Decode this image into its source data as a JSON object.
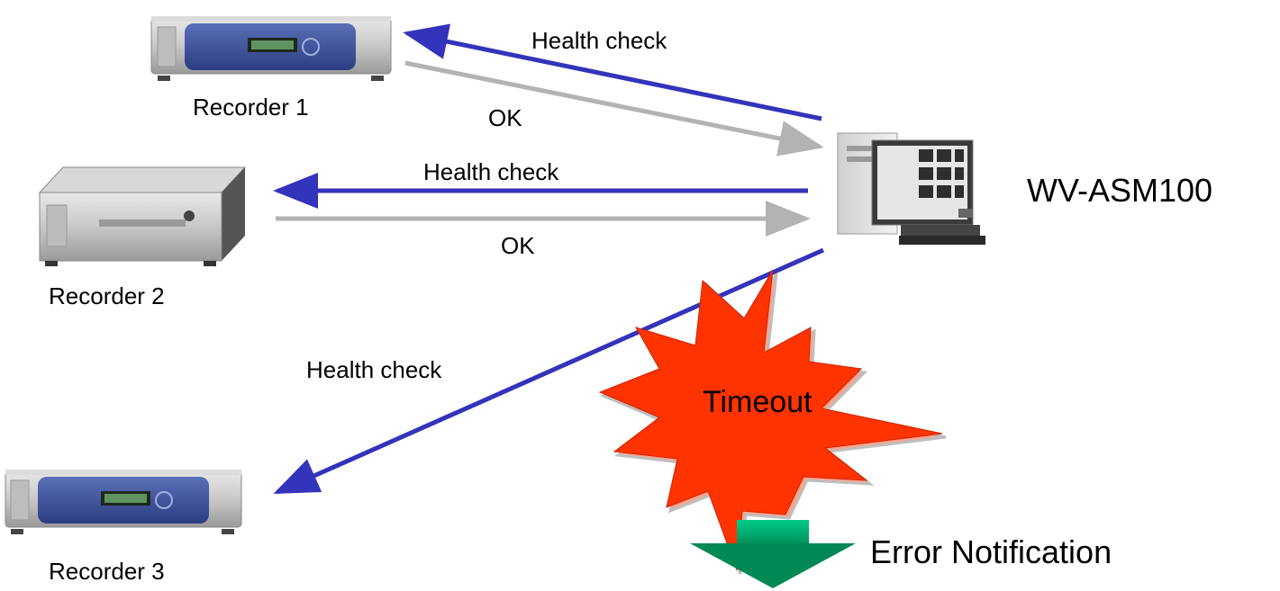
{
  "recorders": [
    {
      "label": "Recorder 1"
    },
    {
      "label": "Recorder 2"
    },
    {
      "label": "Recorder 3"
    }
  ],
  "server": {
    "label": "WV-ASM100"
  },
  "messages": {
    "health_check_1": "Health check",
    "ok_1": "OK",
    "health_check_2": "Health check",
    "ok_2": "OK",
    "health_check_3": "Health check"
  },
  "timeout": {
    "label": "Timeout"
  },
  "error": {
    "label": "Error Notification"
  },
  "colors": {
    "request_arrow": "#3333bb",
    "response_arrow": "#b3b3b3",
    "timeout_burst": "#ff3300",
    "error_arrow_top": "#00cc88",
    "error_arrow_bottom": "#008855"
  }
}
